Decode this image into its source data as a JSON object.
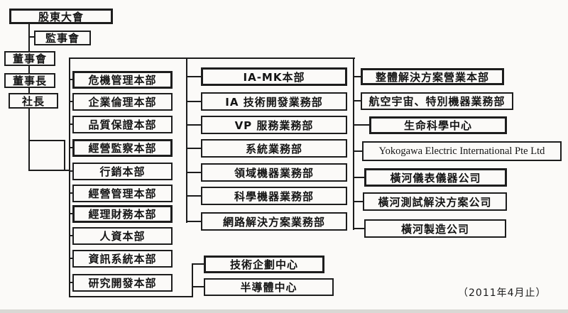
{
  "caption": "（2011年4月止）",
  "governance": {
    "shareholders": "股東大會",
    "audit_board": "監事會",
    "board": "董事會",
    "chairman": "董事長",
    "president": "社長"
  },
  "columns": {
    "left": [
      "危機管理本部",
      "企業倫理本部",
      "品質保證本部",
      "經營監察本部",
      "行銷本部",
      "經營管理本部",
      "經理財務本部",
      "人資本部",
      "資訊系統本部",
      "研究開發本部"
    ],
    "middle": [
      "IA-MK本部",
      "IA 技術開發業務部",
      "VP 服務業務部",
      "系統業務部",
      "領域機器業務部",
      "科學機器業務部",
      "網路解決方案業務部"
    ],
    "center_bottom": [
      "技術企劃中心",
      "半導體中心"
    ],
    "right": [
      "整體解決方案營業本部",
      "航空宇宙、特別機器業務部",
      "生命科學中心",
      "Yokogawa Electric International Pte Ltd",
      "橫河儀表儀器公司",
      "橫河測試解決方案公司",
      "橫河製造公司"
    ]
  },
  "colors": {
    "line": "#1c1c1c",
    "background": "#fbfaf8",
    "text": "#141414"
  }
}
